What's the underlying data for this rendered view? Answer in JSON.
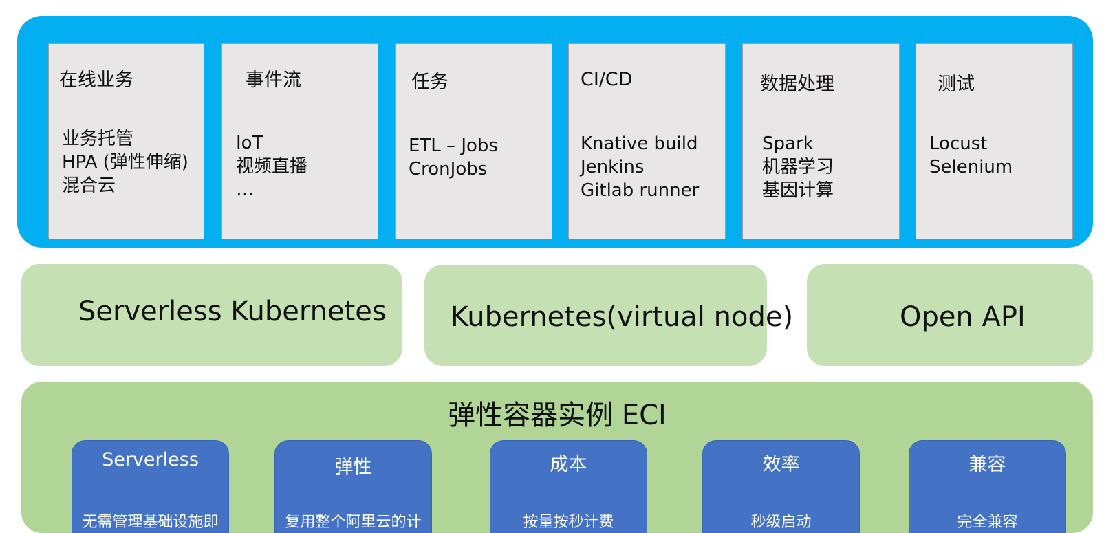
{
  "workloads": [
    {
      "title": "在线业务",
      "items": [
        "业务托管",
        "HPA (弹性伸缩)",
        "混合云"
      ]
    },
    {
      "title": "事件流",
      "items": [
        "IoT",
        "视频直播",
        "…"
      ]
    },
    {
      "title": "任务",
      "items": [
        "ETL – Jobs",
        "CronJobs"
      ]
    },
    {
      "title": "CI/CD",
      "items": [
        "Knative build",
        "Jenkins",
        "Gitlab runner"
      ]
    },
    {
      "title": "数据处理",
      "items": [
        "Spark",
        "机器学习",
        "基因计算"
      ]
    },
    {
      "title": "测试",
      "items": [
        "Locust",
        "Selenium"
      ]
    }
  ],
  "platforms": [
    "Serverless Kubernetes",
    "Kubernetes(virtual node)",
    "Open API"
  ],
  "eci": {
    "title": "弹性容器实例 ECI",
    "features": [
      {
        "title": "Serverless",
        "desc": "无需管理基础设施即"
      },
      {
        "title": "弹性",
        "desc": "复用整个阿里云的计"
      },
      {
        "title": "成本",
        "desc": "按量按秒计费"
      },
      {
        "title": "效率",
        "desc": "秒级启动"
      },
      {
        "title": "兼容",
        "desc": "完全兼容"
      }
    ]
  },
  "colors": {
    "band_blue": "#03aff0",
    "card_grey": "#e8e6e7",
    "platform_green": "#c5e1b4",
    "eci_green": "#b0d597",
    "feature_blue": "#4472c4"
  }
}
